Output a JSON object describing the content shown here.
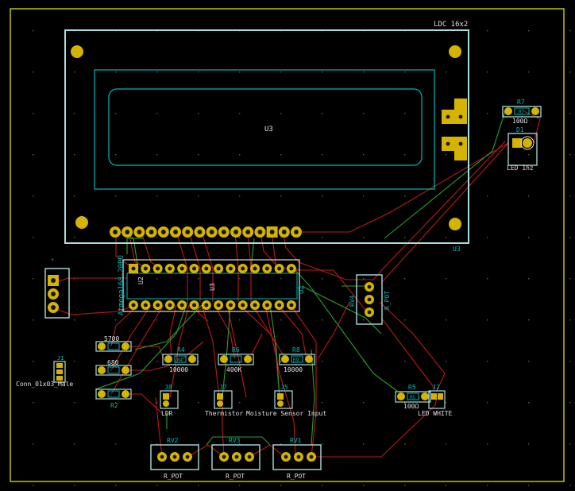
{
  "colors": {
    "background": "#000000",
    "edge": "#d0d000",
    "silk": "#e0e0e0",
    "fab": "#00b8b8",
    "courtyard": "#aadddd",
    "pad": "#d4b400",
    "pad_hole": "#151515",
    "track_front": "#c01818",
    "track_back": "#2aa02a",
    "grid": "#5a5a5a"
  },
  "labels": {
    "lcd_title": "LDC 16x2",
    "u3_fab": "U3",
    "u3_silk": "U3",
    "mcu_name": "Atmega168-20PU",
    "mcu_ref": "U2",
    "mcu_inner1": "U3",
    "mcu_inner2": "U2",
    "r7_ref": "R7",
    "r7_fab": "R7",
    "r7_value": "100Ω",
    "d1_ref": "D1",
    "d1_value": "LED 1hz",
    "rv4_ref": "RV4",
    "rv4_value": "R_POT",
    "r_5700": "5700",
    "r_680": "680",
    "r2_ref": "R2",
    "r4_ref": "R4",
    "r4_fab": "R4",
    "r4_value": "10000",
    "r6_ref": "R6",
    "r6_value": "400K",
    "r8_ref": "R8",
    "r8_fab": "R9",
    "r8_value": "10000",
    "j_header_ref": "J1",
    "j_header_value": "Conn_01x03_Male",
    "j8_ref": "J8",
    "j8_value": "LDR",
    "j7_ref": "J7",
    "j7_value": "Thermistor",
    "j5_ref": "J5",
    "j5_value": "Moisture Sensor Input",
    "r5_ref": "R5",
    "r5_fab": "R5",
    "r5_value": "100Ω",
    "j2_ref": "J2",
    "j2_value": "LED WHITE",
    "rv2_ref": "RV2",
    "rv2_value": "R_POT",
    "rv3_ref": "RV3",
    "rv3_value": "R_POT",
    "rv1_ref": "RV1",
    "rv1_value": "R_POT"
  }
}
